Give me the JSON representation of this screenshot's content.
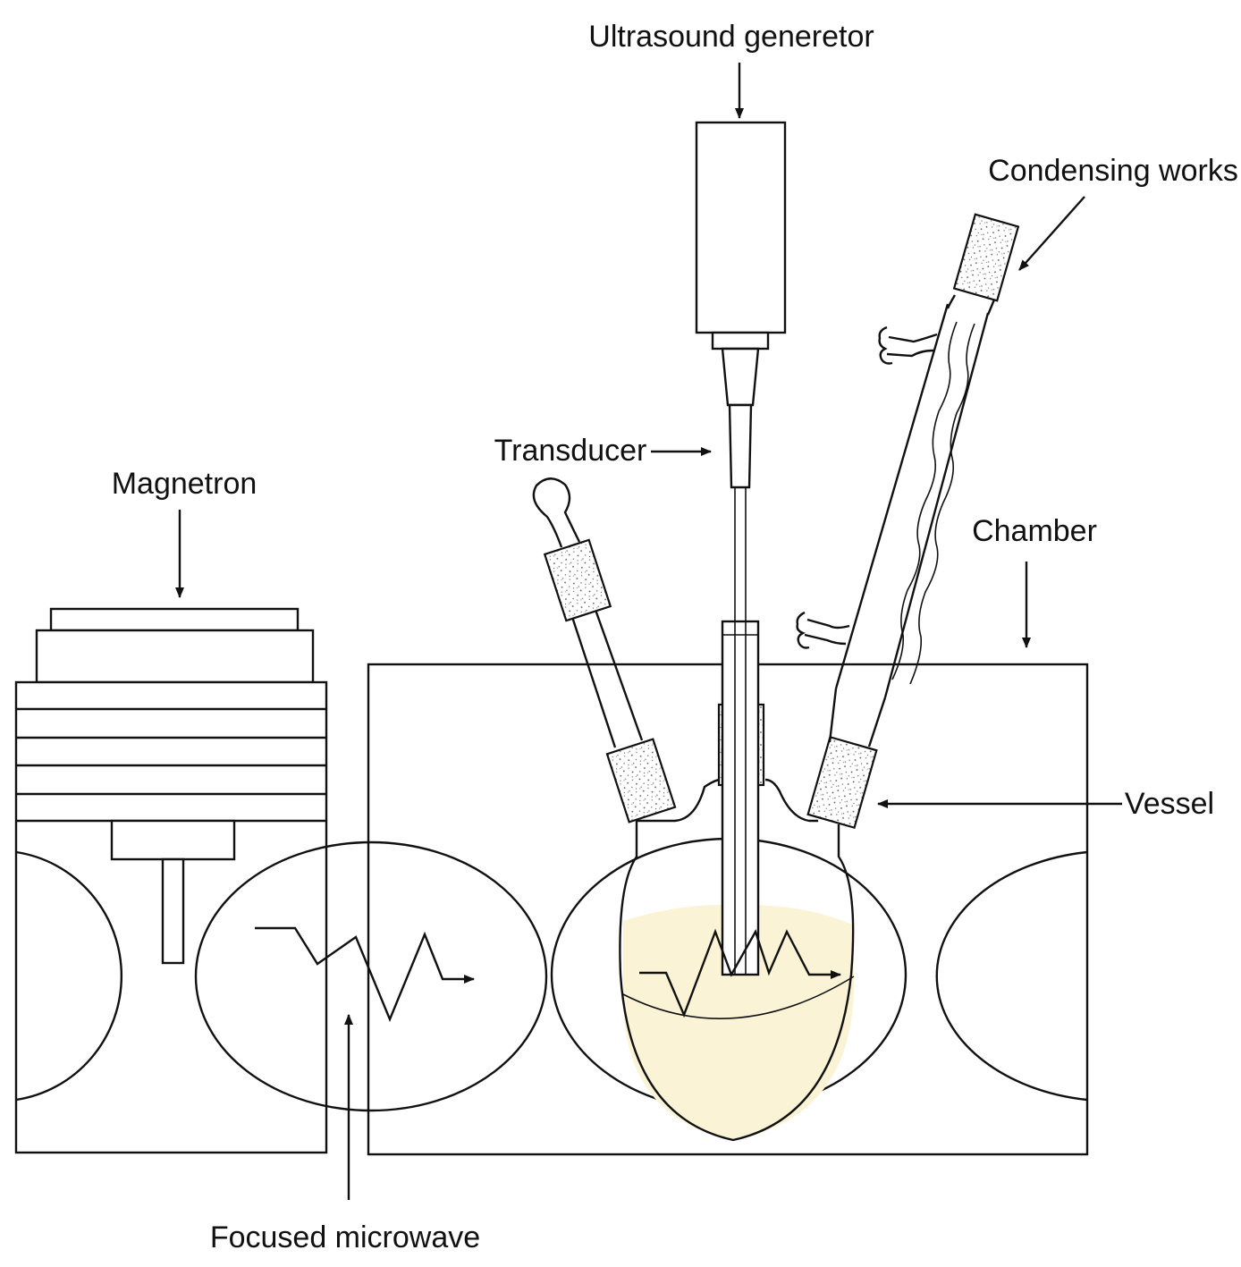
{
  "labels": {
    "ultrasound_generator": "Ultrasound generetor",
    "condensing_works": "Condensing works",
    "transducer": "Transducer",
    "magnetron": "Magnetron",
    "chamber": "Chamber",
    "vessel": "Vessel",
    "focused_microwave": "Focused microwave"
  },
  "colors": {
    "stroke": "#111111",
    "liquid": "#fbf3d6",
    "background": "#ffffff"
  }
}
